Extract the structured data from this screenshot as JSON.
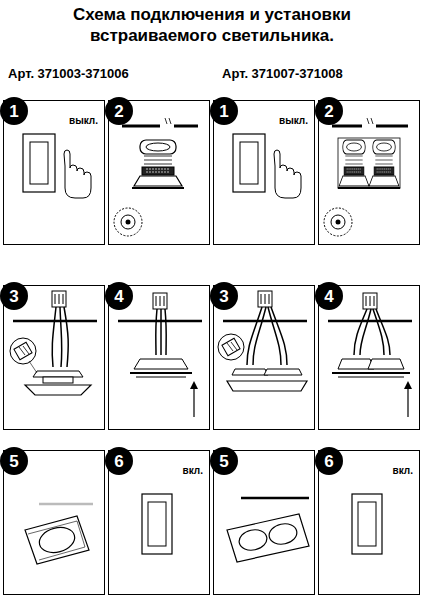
{
  "diagram": {
    "title": "Схема подключения и установки встраиваемого светильника.",
    "nodes": [
      {
        "text": [
          "1",
          "выкл."
        ]
      },
      {
        "text": [
          "2"
        ]
      },
      {
        "text": [
          "1",
          "выкл."
        ]
      },
      {
        "text": [
          "2"
        ]
      },
      {
        "text": [
          "3"
        ]
      },
      {
        "text": [
          "4"
        ]
      },
      {
        "text": [
          "3"
        ]
      },
      {
        "text": [
          "4"
        ]
      },
      {
        "text": [
          "5"
        ]
      },
      {
        "text": [
          "6",
          "вкл."
        ]
      },
      {
        "text": [
          "5"
        ]
      },
      {
        "text": [
          "6",
          "вкл."
        ]
      }
    ],
    "labels": [
      "Арт. 371003-371006",
      "Арт. 371007-371008"
    ]
  }
}
